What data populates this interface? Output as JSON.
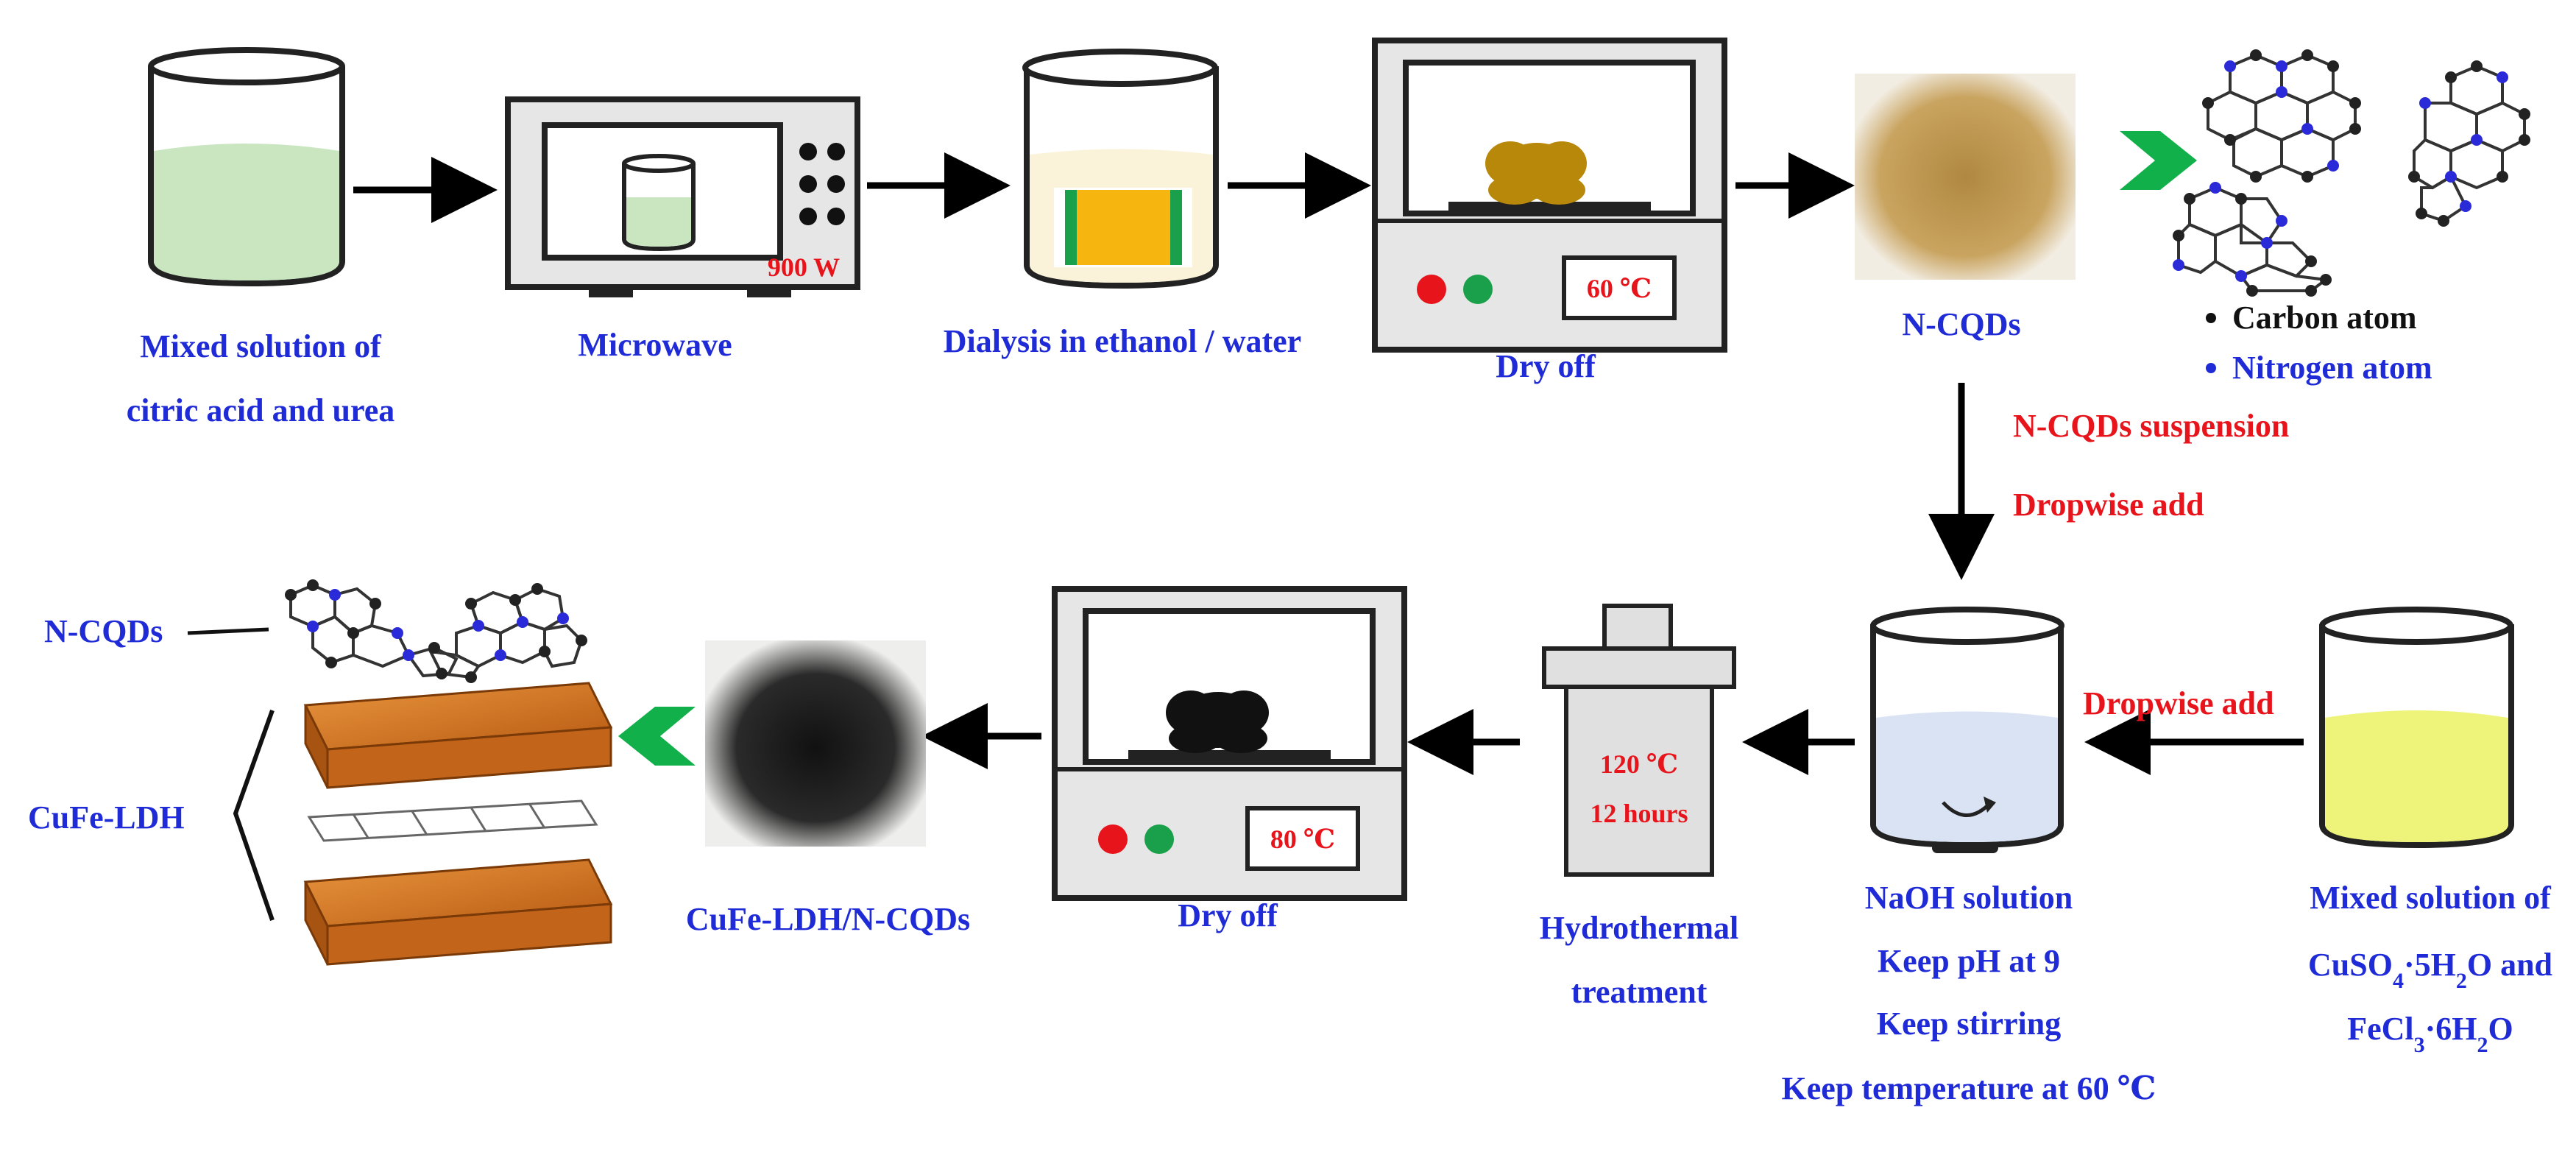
{
  "colors": {
    "label_blue": "#1f2bd6",
    "label_red": "#e8141b",
    "arrow": "#000000",
    "chevron": "#12b04a",
    "solution_green": "#c9e6c1",
    "solution_yellow": "#eef47a",
    "solution_blue": "#d9e3f3",
    "powder_brown": "#b8904a",
    "powder_black": "#141414",
    "octahedron": "#d3701c"
  },
  "steps": {
    "mixed_solution_1": {
      "line1": "Mixed solution of",
      "line2": "citric acid and urea"
    },
    "microwave": {
      "label": "Microwave",
      "power": "900 W"
    },
    "dialysis": {
      "label": "Dialysis in ethanol / water"
    },
    "dry_off_1": {
      "label": "Dry off",
      "temp": "60 ℃"
    },
    "ncqds": {
      "label": "N-CQDs"
    },
    "legend": {
      "carbon": "Carbon atom",
      "nitrogen": "Nitrogen atom"
    },
    "vertical_arrow": {
      "line1": "N-CQDs suspension",
      "line2": "Dropwise add"
    },
    "naoh": {
      "line1": "NaOH solution",
      "line2": "Keep pH at 9",
      "line3": "Keep stirring",
      "line4": "Keep temperature at 60 ℃"
    },
    "mixed_solution_2": {
      "line1": "Mixed solution of",
      "cuso4_a": "CuSO",
      "cuso4_sub": "4",
      "cuso4_b": "·5H",
      "cuso4_sub2": "2",
      "cuso4_c": "O and",
      "fecl3_a": "FeCl",
      "fecl3_sub": "3",
      "fecl3_b": "·6H",
      "fecl3_sub2": "2",
      "fecl3_c": "O"
    },
    "dropwise_add": "Dropwise add",
    "hydrothermal": {
      "line1": "Hydrothermal",
      "line2": "treatment",
      "temp": "120 ℃",
      "time": "12 hours"
    },
    "dry_off_2": {
      "label": "Dry off",
      "temp": "80 ℃"
    },
    "product": {
      "label": "CuFe-LDH/N-CQDs"
    },
    "structure": {
      "ncqds": "N-CQDs",
      "ldh": "CuFe-LDH"
    }
  }
}
